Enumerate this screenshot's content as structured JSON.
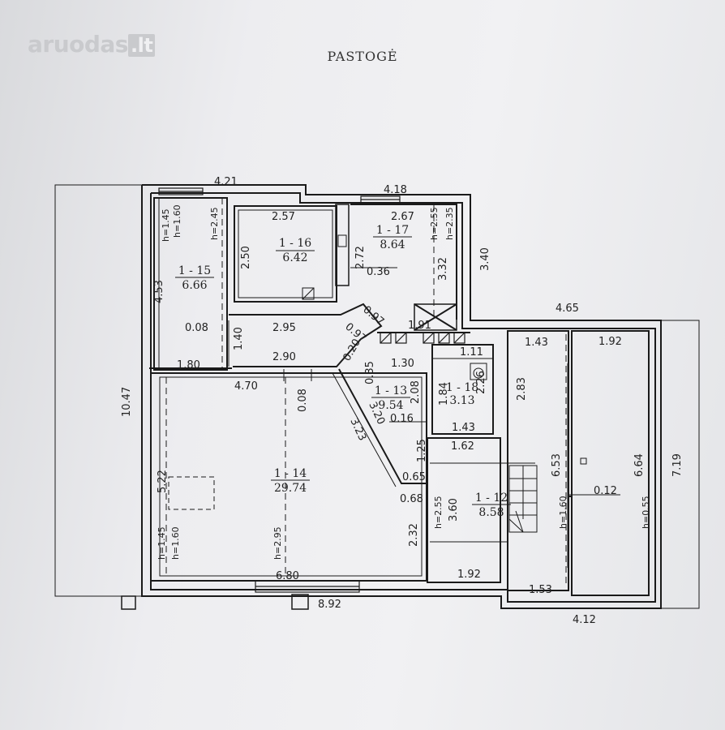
{
  "header": {
    "watermark_name": "aruodas",
    "watermark_tld": ".lt",
    "title": "PASTOGĖ"
  },
  "rooms": [
    {
      "id": "1 - 16",
      "area": "6.42"
    },
    {
      "id": "1 - 17",
      "area": "8.64"
    },
    {
      "id": "1 - 15",
      "area": "6.66"
    },
    {
      "id": "1 - 13",
      "area": "9.54"
    },
    {
      "id": "1 - 18",
      "area": "3.13"
    },
    {
      "id": "1 - 14",
      "area": "29.74"
    },
    {
      "id": "1 - 12",
      "area": "8.58"
    }
  ],
  "dimensions": {
    "top_left_4_21": "4.21",
    "top_4_18": "4.18",
    "r16_width": "2.57",
    "r17_width": "2.67",
    "h_2_55": "h=2.55",
    "h_2_35": "h=2.35",
    "h_1_45_top": "h=1.45",
    "h_1_60_top": "h=1.60",
    "h_2_45": "h=2.45",
    "d_2_50": "2.50",
    "d_2_72": "2.72",
    "d_0_36": "0.36",
    "d_3_32": "3.32",
    "d_3_40": "3.40",
    "d_4_53": "4.53",
    "d_4_65": "4.65",
    "d_0_97a": "0.97",
    "d_0_97b": "0.97",
    "d_0_08a": "0.08",
    "d_2_95": "2.95",
    "d_1_40": "1.40",
    "d_1_91": "1.91",
    "d_0_20": "0.20",
    "d_1_43a": "1.43",
    "d_1_92a": "1.92",
    "d_1_11": "1.11",
    "d_1_80": "1.80",
    "d_2_90": "2.90",
    "d_0_35": "0.35",
    "d_1_30": "1.30",
    "d_2_83": "2.83",
    "d_10_47": "10.47",
    "d_4_70": "4.70",
    "d_2_08": "2.08",
    "d_1_84": "1.84",
    "d_2_26": "2.26",
    "d_0_08b": "0.08",
    "d_3_20": "3.20",
    "d_0_16": "0.16",
    "d_1_43b": "1.43",
    "d_3_23": "3.23",
    "d_1_25": "1.25",
    "d_1_62": "1.62",
    "d_6_53": "6.53",
    "d_6_64": "6.64",
    "d_7_19": "7.19",
    "d_5_22": "5.22",
    "d_0_65": "0.65",
    "d_0_68": "0.68",
    "d_0_12": "0.12",
    "h_2_55_b": "h=2.55",
    "d_3_60": "3.60",
    "h_1_60_r": "h=1.60",
    "h_0_55": "h=0.55",
    "h_1_45_bot": "h=1.45",
    "h_1_60_bot": "h=1.60",
    "h_2_95": "h=2.95",
    "d_2_32": "2.32",
    "d_6_80": "6.80",
    "d_1_92b": "1.92",
    "d_1_53": "1.53",
    "d_8_92": "8.92",
    "d_4_12": "4.12"
  },
  "colors": {
    "line": "#1a1a1a",
    "paper": "#eeeef0",
    "watermark": "#c9cacd"
  }
}
